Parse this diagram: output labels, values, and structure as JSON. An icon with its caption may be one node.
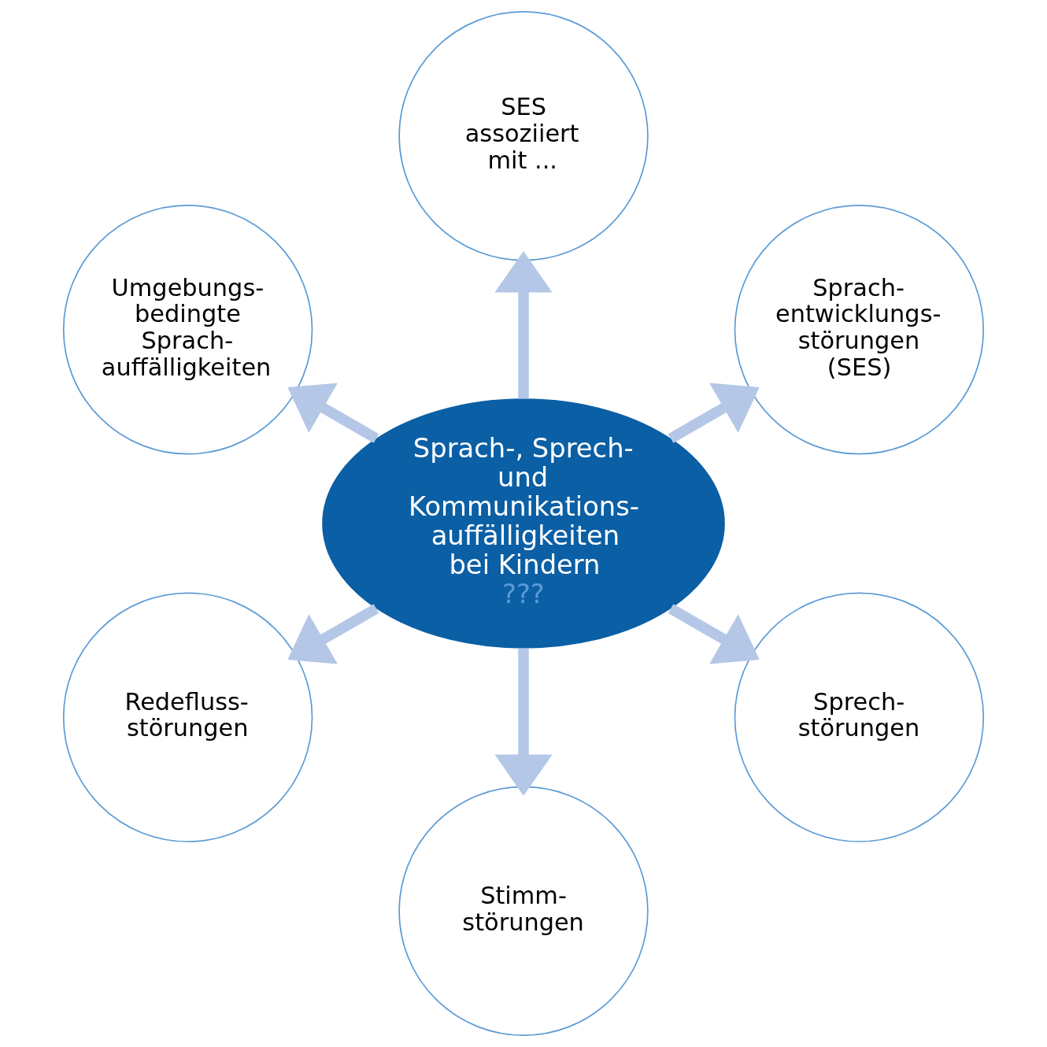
{
  "diagram": {
    "nodes": [
      {
        "text": [
          "Sprach-, Sprech- und Kommunikations- auffälligkeiten bei Kindern",
          "???"
        ]
      },
      {
        "text": [
          "Sprach- entwicklungs- störungen (SES)"
        ]
      },
      {
        "text": [
          "SES assoziiert mit ..."
        ]
      },
      {
        "text": [
          "Umgebungs- bedingte Sprach- auffälligkeiten"
        ]
      },
      {
        "text": [
          "Redefluss- störungen"
        ]
      },
      {
        "text": [
          "Stimm- störungen"
        ]
      },
      {
        "text": [
          "Sprech- störungen"
        ]
      }
    ],
    "edges": [
      {
        "from": 0,
        "to": 1,
        "arrow": "to"
      },
      {
        "from": 0,
        "to": 2,
        "arrow": "to"
      },
      {
        "from": 0,
        "to": 3,
        "arrow": "to"
      },
      {
        "from": 0,
        "to": 4,
        "arrow": "to"
      },
      {
        "from": 0,
        "to": 5,
        "arrow": "to"
      },
      {
        "from": 0,
        "to": 6,
        "arrow": "to"
      }
    ]
  }
}
